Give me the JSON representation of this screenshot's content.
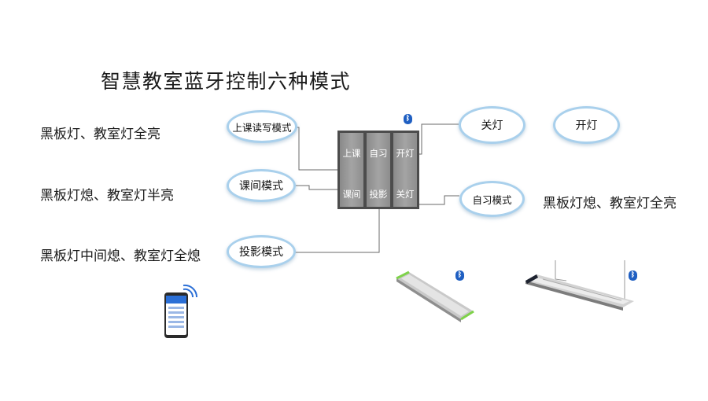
{
  "title": "智慧教室蓝牙控制六种模式",
  "descriptions": {
    "left_1": "黑板灯、教室灯全亮",
    "left_2": "黑板灯熄、教室灯半亮",
    "left_3": "黑板灯中间熄、教室灯全熄",
    "right_1": "黑板灯熄、教室灯全亮"
  },
  "modes": {
    "lecture": "上课读写模式",
    "break": "课间模式",
    "projection": "投影模式",
    "self_study": "自习模式",
    "off": "关灯",
    "on": "开灯"
  },
  "panel": {
    "col1_top": "上课",
    "col1_bottom": "课间",
    "col2_top": "自习",
    "col2_bottom": "投影",
    "col3_top": "开灯",
    "col3_bottom": "关灯"
  },
  "colors": {
    "bubble_border": "#a9d0ec",
    "panel_frame": "#4c4c4c",
    "bluetooth": "#1f5fc2",
    "lamp_accent": "#7ed24a"
  },
  "icons": [
    "bluetooth-icon",
    "wifi-icon",
    "smartphone-icon"
  ]
}
